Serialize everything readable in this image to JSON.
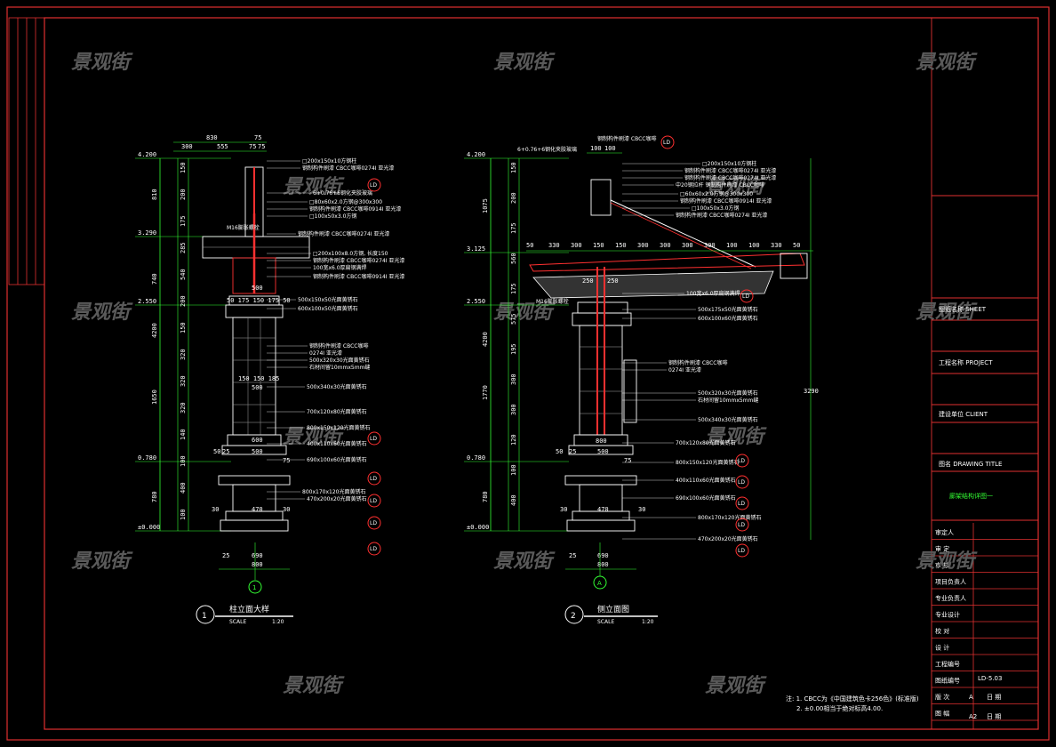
{
  "watermark": "景观街",
  "drawing1": {
    "number": "1",
    "title": "柱立面大样",
    "scale_word": "SCALE",
    "scale": "1:20",
    "axis": "1",
    "top_dims": [
      "830",
      "75",
      "300",
      "555",
      "75",
      "75"
    ],
    "levels": [
      "4.200",
      "3.290",
      "2.550",
      "0.780",
      "±0.000"
    ],
    "left_dims": [
      "810",
      "740",
      "4200",
      "1650",
      "780"
    ],
    "seg_dims": [
      "150",
      "200",
      "175",
      "285",
      "540",
      "200",
      "150",
      "320",
      "320",
      "320",
      "140",
      "100",
      "400",
      "100"
    ],
    "inner_dims": [
      "500",
      "50 175 150 175 50",
      "150 150 185",
      "500",
      "600",
      "50",
      "25",
      "500",
      "75",
      "30",
      "470",
      "30",
      "25",
      "690",
      "800"
    ],
    "callouts": [
      "□200x150x10方钢柱",
      "钢制构件刷漆 CBCC咖啡0274I 亚光漆",
      "6+0.76+6钢化夹胶玻璃",
      "□80x60x2.0方钢@300x300",
      "钢制构件刷漆 CBCC咖啡0914I 亚光漆",
      "□100x50x3.0方钢",
      "钢制构件刷漆 CBCC咖啡0274I 亚光漆",
      "□200x100x8.0方钢, 长度150",
      "钢制构件刷漆 CBCC咖啡0274I 亚光漆",
      "100宽x6.0厚扁钢满焊",
      "钢制构件刷漆 CBCC咖啡0914I 亚光漆",
      "500x150x50光面黄锈石",
      "600x100x50光面黄锈石",
      "钢制构件刷漆 CBCC咖啡",
      "0274I 亚光漆",
      "500x320x30光面黄锈石",
      "石材间留10mmx5mm缝",
      "500x340x30光面黄锈石",
      "700x120x80光面黄锈石",
      "800x150x120光面黄锈石",
      "400x110x60光面黄锈石",
      "690x100x60光面黄锈石",
      "800x170x120光面黄锈石",
      "470x200x20光面黄锈石"
    ],
    "m16": "M16膨胀螺栓"
  },
  "drawing2": {
    "number": "2",
    "title": "侧立面图",
    "scale_word": "SCALE",
    "scale": "1:20",
    "axis": "A",
    "top_note": "钢制构件刷漆 CBCC咖啡",
    "glass": "6+0.76+6钢化夹胶玻璃",
    "top_dims": [
      "100",
      "100"
    ],
    "levels": [
      "4.200",
      "3.125",
      "2.550",
      "0.780",
      "±0.000"
    ],
    "left_dims": [
      "1075",
      "4200",
      "1770",
      "780"
    ],
    "seg_dims": [
      "150",
      "200",
      "175",
      "560",
      "175",
      "575",
      "195",
      "300",
      "300",
      "120",
      "100",
      "400"
    ],
    "rafter_dims": [
      "50",
      "330",
      "300",
      "150",
      "150",
      "300",
      "300",
      "300",
      "300",
      "100",
      "100",
      "330",
      "50"
    ],
    "right_dim": "3290",
    "callouts": [
      "□200x150x10方钢柱",
      "钢制构件刷漆 CBCC咖啡0274I 亚光漆",
      "钢制构件刷漆 CBCC咖啡0274I 亚光漆",
      "中20钢拉杆 钢制构件刷漆 CBCC咖啡",
      "□60x60x2.0方钢@300x300",
      "钢制构件刷漆 CBCC咖啡0914I 亚光漆",
      "□100x50x3.0方钢",
      "钢制构件刷漆 CBCC咖啡0274I 亚光漆",
      "100宽x6.0厚扁钢满焊",
      "500x175x50光面黄锈石",
      "600x100x60光面黄锈石",
      "钢制构件刷漆 CBCC咖啡",
      "0274I 亚光漆",
      "500x320x30光面黄锈石",
      "石材间留10mmx5mm缝",
      "500x340x30光面黄锈石",
      "700x120x80光面黄锈石",
      "800x150x120光面黄锈石",
      "400x110x60光面黄锈石",
      "690x100x60光面黄锈石",
      "800x170x120光面黄锈石",
      "470x200x20光面黄锈石"
    ],
    "m16": "M16膨胀螺栓",
    "inner_dims": [
      "250",
      "250",
      "800",
      "50",
      "25",
      "500",
      "75",
      "30",
      "470",
      "30",
      "25",
      "690",
      "800"
    ]
  },
  "notes": {
    "line1": "注: 1. CBCC为《中国建筑色卡256色》(标准版)",
    "line2": "2. ±0.00相当于绝对标高4.00."
  },
  "callout_badge": "LD",
  "title_block": {
    "sheet_title_label": "图纸名称 SHEET",
    "project_label": "工程名称 PROJECT",
    "client_label": "建设单位 CLIENT",
    "drawing_label": "图名 DRAWING TITLE",
    "drawing_value": "廊架结构详图一",
    "rows": [
      "审定人",
      "审 定",
      "审 核",
      "项目负责人",
      "专业负责人",
      "专业设计",
      "校 对",
      "设 计",
      "工程编号",
      "图纸编号",
      "版 次",
      "图 幅"
    ],
    "drawing_no": "LD-5.03",
    "revision": "A",
    "size": "A2",
    "date_label": "日 期",
    "date_label2": "日 期"
  }
}
